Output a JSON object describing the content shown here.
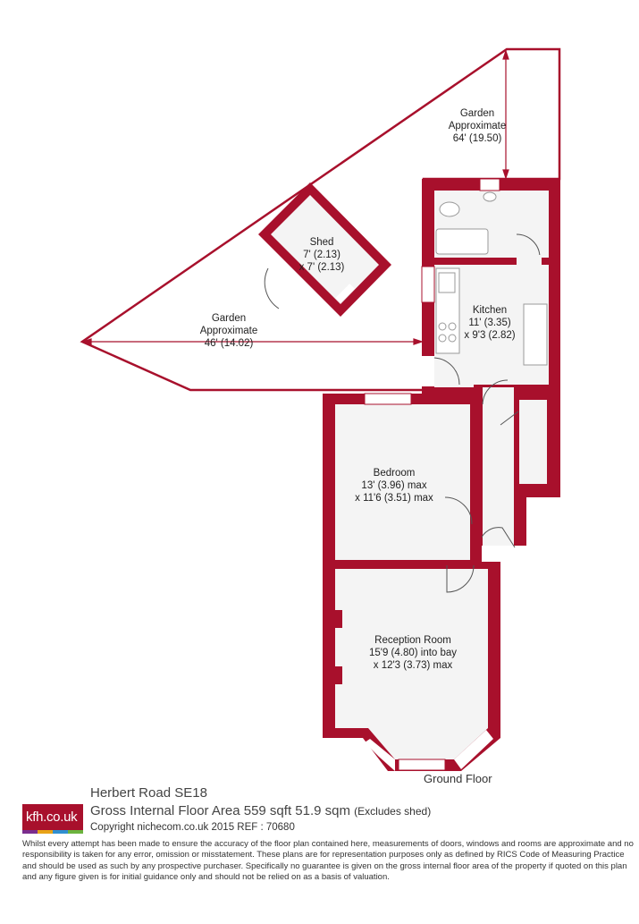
{
  "rooms": {
    "garden_top": {
      "name": "Garden",
      "line2": "Approximate",
      "line3": "64' (19.50)"
    },
    "shed": {
      "name": "Shed",
      "line2": "7' (2.13)",
      "line3": "x 7' (2.13)"
    },
    "garden_left": {
      "name": "Garden",
      "line2": "Approximate",
      "line3": "46' (14.02)"
    },
    "kitchen": {
      "name": "Kitchen",
      "line2": "11' (3.35)",
      "line3": "x 9'3 (2.82)"
    },
    "bedroom": {
      "name": "Bedroom",
      "line2": "13' (3.96) max",
      "line3": "x 11'6 (3.51) max"
    },
    "reception": {
      "name": "Reception Room",
      "line2": "15'9 (4.80) into bay",
      "line3": "x 12'3 (3.73) max"
    }
  },
  "floor_label": "Ground Floor",
  "footer": {
    "logo_text": "kfh.co.uk",
    "logo_colors": [
      "#7b2d8e",
      "#e8a317",
      "#2f8fd0",
      "#6bb33e"
    ],
    "property_title": "Herbert Road  SE18",
    "area_text": "Gross Internal Floor Area 559 sqft 51.9 sqm",
    "area_note": "(Excludes shed)",
    "copyright": "Copyright nichecom.co.uk 2015 REF : 70680",
    "disclaimer": "Whilst every attempt has been made to ensure the accuracy of the floor plan contained here, measurements of doors, windows and rooms are approximate and no responsibility is taken for any error, omission or misstatement.  These plans are for representation purposes only as defined by RICS Code of Measuring Practice and should be used as such by any prospective purchaser.  Specifically no guarantee is given on the gross internal floor area of the property if quoted on this plan and any figure given is for initial guidance only and should not be relied on as a basis of valuation."
  },
  "colors": {
    "wall": "#a8102c",
    "floor": "#f4f4f4",
    "fixture": "#9a9a9a"
  }
}
